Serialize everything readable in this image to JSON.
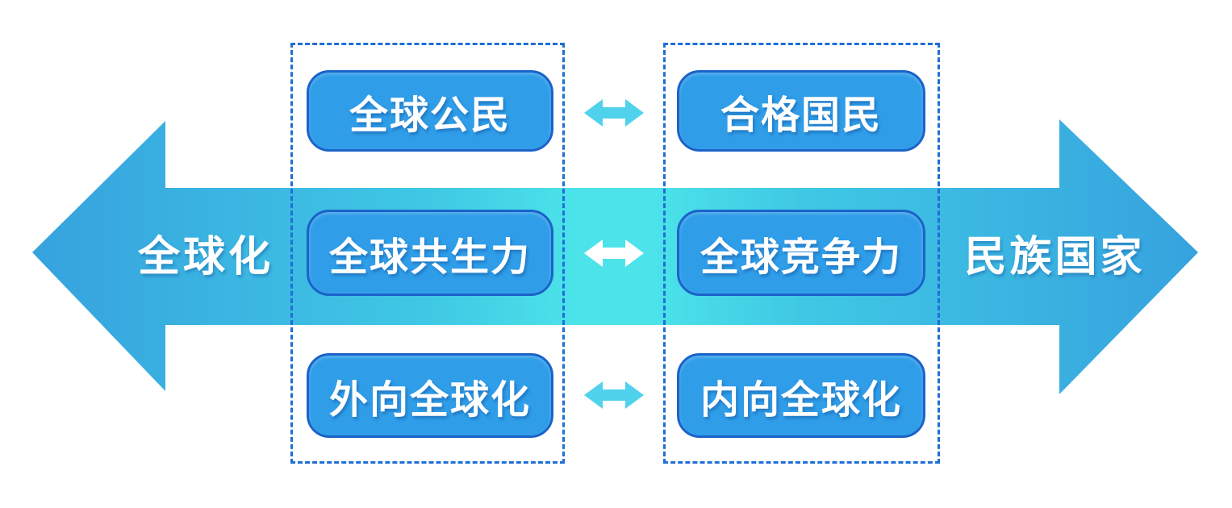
{
  "diagram": {
    "title_implicit": "全球化 与 民族国家 对应关系图",
    "left_axis_label": "全球化",
    "right_axis_label": "民族国家",
    "rows": [
      {
        "left": "全球公民",
        "right": "合格国民"
      },
      {
        "left": "全球共生力",
        "right": "全球竞争力"
      },
      {
        "left": "外向全球化",
        "right": "内向全球化"
      }
    ],
    "colors": {
      "arrow_edge_blue": "#36a2de",
      "arrow_mid_blue": "#3ab2e1",
      "arrow_mid_cyan": "#3fc8e4",
      "arrow_center_cyan": "#4ce3ea",
      "pill_fill": "#2f9de8",
      "pill_border": "#1a63c9",
      "dashed_border": "#1f6fd6",
      "small_arrow_cyan": "#50d2ec",
      "small_arrow_white": "#ffffff",
      "label_text": "#ffffff"
    }
  }
}
